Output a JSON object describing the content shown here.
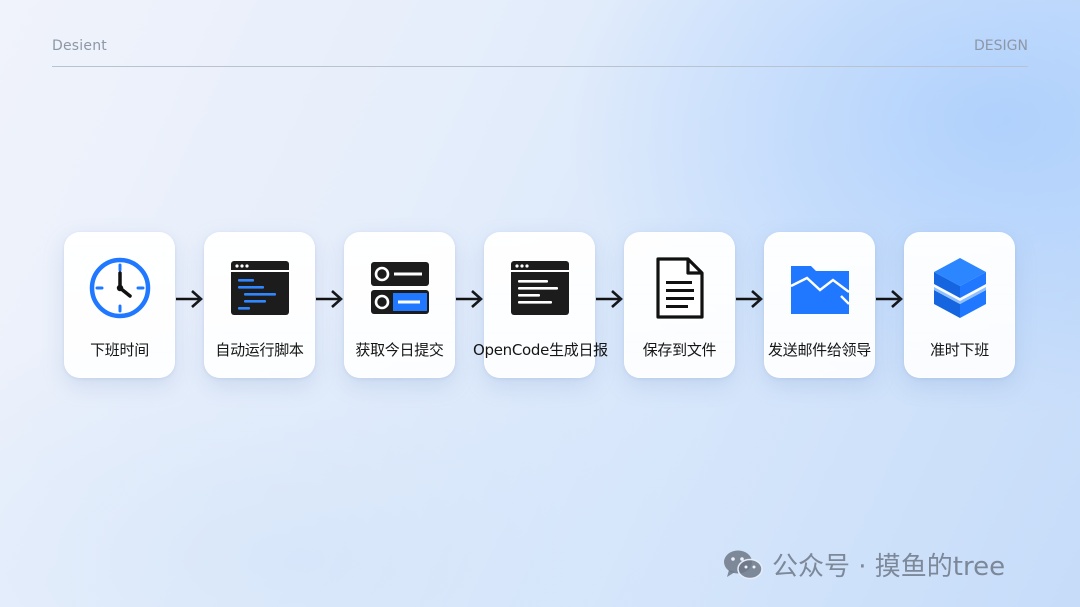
{
  "header": {
    "left_text": "Desient",
    "right_text": "DESIGN"
  },
  "steps": [
    {
      "label": "下班时间",
      "icon": "clock-icon"
    },
    {
      "label": "自动运行脚本",
      "icon": "script-window-icon"
    },
    {
      "label": "获取今日提交",
      "icon": "toggle-list-icon"
    },
    {
      "label": "OpenCode生成日报",
      "icon": "terminal-window-icon"
    },
    {
      "label": "保存到文件",
      "icon": "document-icon"
    },
    {
      "label": "发送邮件给领导",
      "icon": "folder-mail-icon"
    },
    {
      "label": "准时下班",
      "icon": "stacked-layers-icon"
    }
  ],
  "watermark": {
    "text": "公众号 · 摸鱼的tree",
    "icon": "wechat-icon"
  },
  "colors": {
    "accent": "#1f78ff",
    "dark": "#1c1c1c",
    "text": "#151515"
  }
}
